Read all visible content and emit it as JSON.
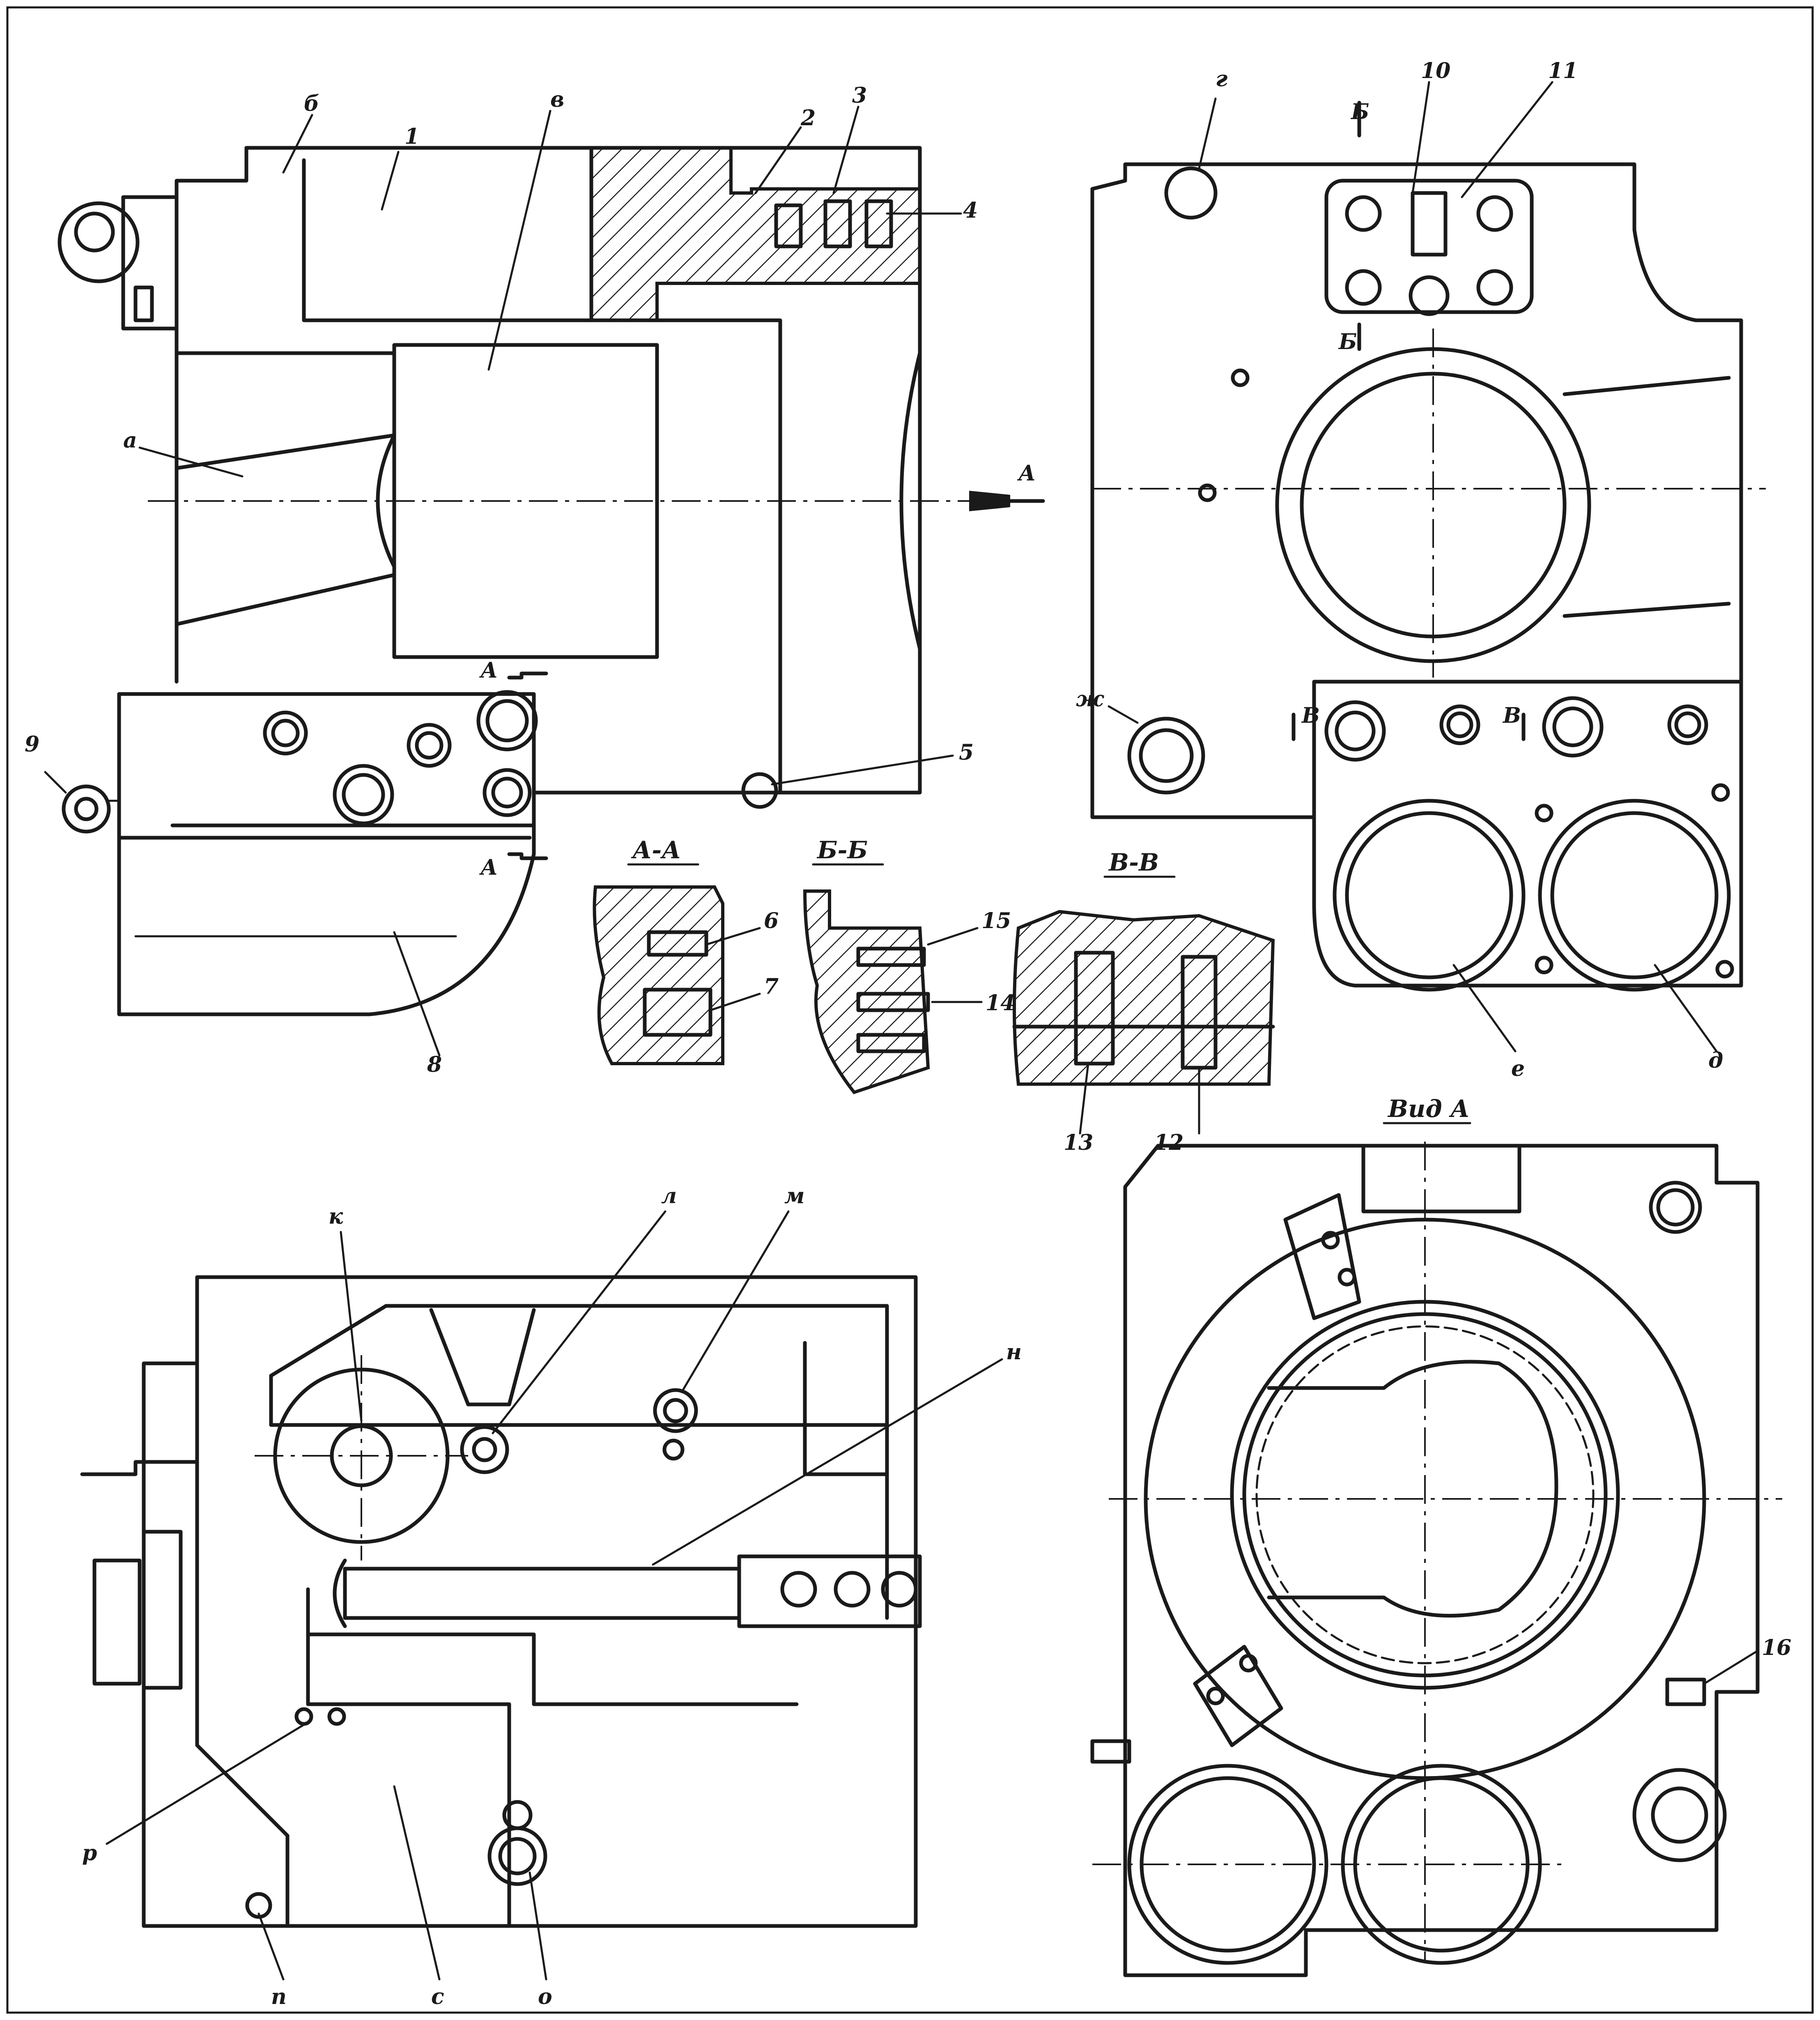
{
  "labels": {
    "top_left_view": {
      "l_1": "1",
      "l_2": "2",
      "l_3": "3",
      "l_4": "4",
      "l_5": "5",
      "l_8": "8",
      "l_9": "9",
      "a": "а",
      "b": "б",
      "v": "в",
      "aa_top": "А",
      "aa_bottom": "А",
      "arrow_a": "А"
    },
    "top_right_view": {
      "g": "г",
      "l_10": "10",
      "l_11": "11",
      "bb_top": "Б",
      "bb_bottom": "Б",
      "zh": "ж",
      "vv_left": "В",
      "vv_right": "В",
      "e": "е",
      "d": "д"
    },
    "sections": {
      "aa_title": "А-А",
      "bb_title": "Б-Б",
      "vv_title": "В-В",
      "l_6": "6",
      "l_7": "7",
      "l_15": "15",
      "l_14": "14",
      "l_13": "13",
      "l_12": "12"
    },
    "bottom_left_view": {
      "k": "к",
      "l": "л",
      "m": "м",
      "n": "н",
      "p": "р",
      "pp": "п",
      "s": "с",
      "o": "о"
    },
    "bottom_right_view": {
      "title": "Вид А",
      "l_16": "16"
    }
  }
}
